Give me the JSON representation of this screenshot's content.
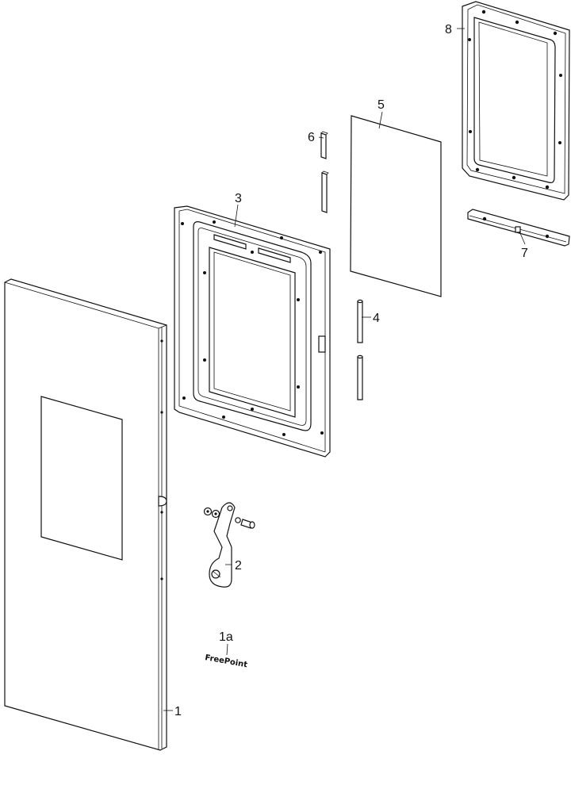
{
  "diagram": {
    "callouts": {
      "p1": "1",
      "p1a": "1a",
      "p2": "2",
      "p3": "3",
      "p4": "4",
      "p5": "5",
      "p6": "6",
      "p7": "7",
      "p8": "8"
    },
    "logo_text": "FreePoint"
  }
}
